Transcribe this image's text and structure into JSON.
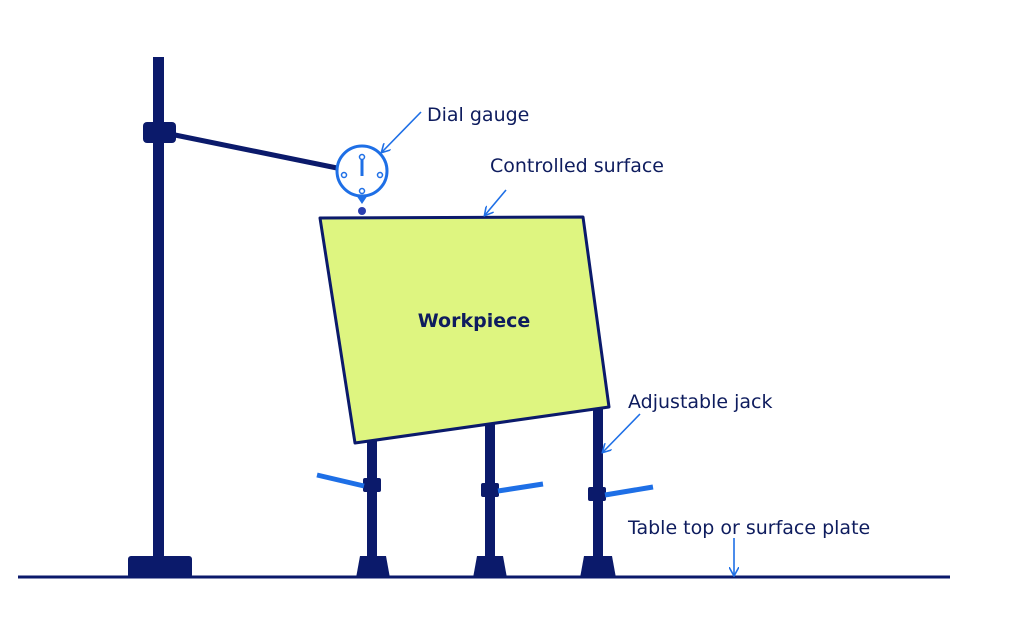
{
  "labels": {
    "dial_gauge": "Dial gauge",
    "controlled_surface": "Controlled surface",
    "workpiece": "Workpiece",
    "adjustable_jack": "Adjustable jack",
    "table_top": "Table top or surface plate"
  },
  "colors": {
    "navy": "#0b1a6b",
    "blue": "#1e6fe6",
    "workpiece_fill": "#def580"
  }
}
